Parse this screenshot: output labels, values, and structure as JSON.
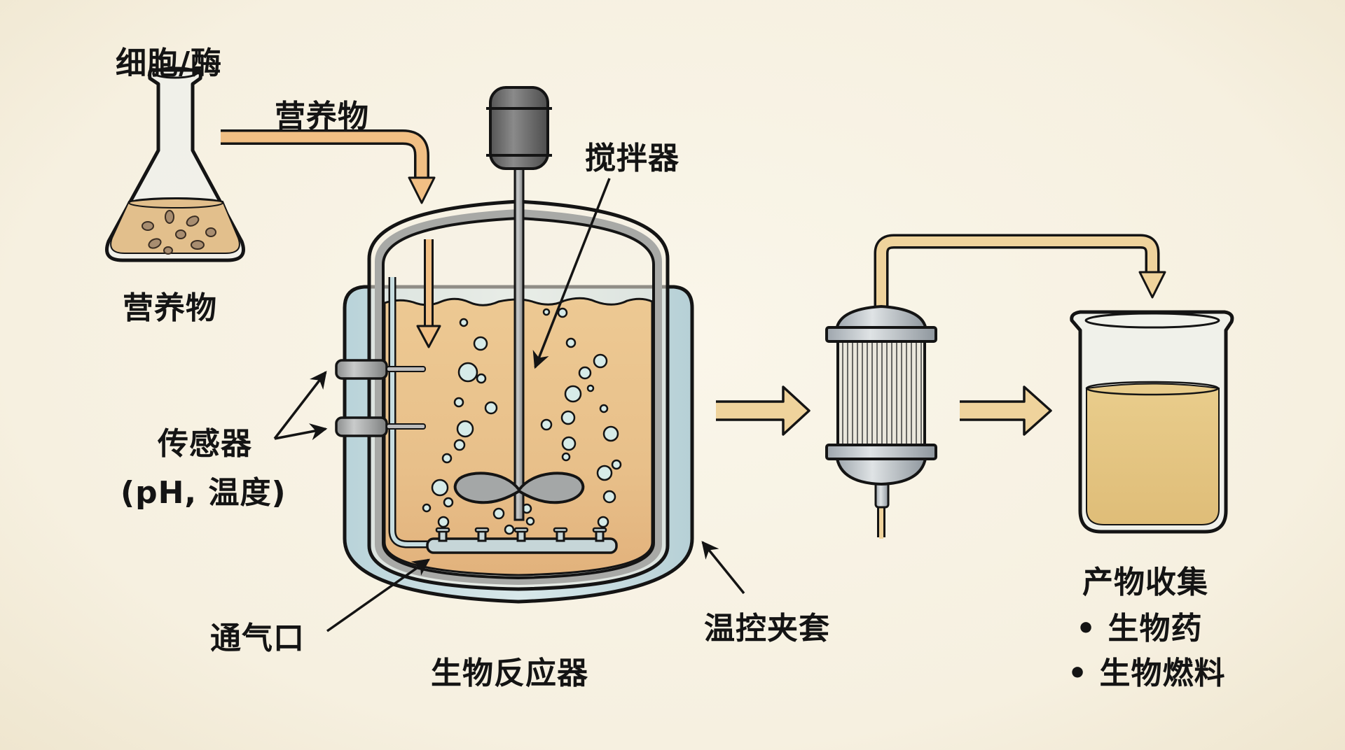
{
  "title": "生物反应器流程示意图",
  "labels": {
    "cells_enzymes": "细胞/酶",
    "nutrients_flask": "营养物",
    "nutrients_feed": "营养物",
    "stirrer": "搅拌器",
    "sensors": "传感器",
    "sensors_detail": "(pH, 温度)",
    "aeration_port": "通气口",
    "bioreactor": "生物反应器",
    "temperature_jacket": "温控夹套",
    "product_collection": "产物收集",
    "products": [
      "• 生物药",
      "• 生物燃料"
    ]
  },
  "colors": {
    "background": "#f7f2e4",
    "outline": "#141414",
    "broth": "#e9c48e",
    "nutrient_pipe": "#f1bf84",
    "product_pipe": "#efd39c",
    "jacket_water": "#c9dfe3",
    "steel": "#9a9c9c",
    "motor": "#6e6e6e",
    "product_liquid": "#e6c783",
    "bubble": "#d6ebe8"
  },
  "components": [
    {
      "id": "flask",
      "name": "锥形瓶（细胞/酶与营养物）"
    },
    {
      "id": "nutrient-feed-pipe",
      "name": "营养物进料管"
    },
    {
      "id": "stirrer-motor",
      "name": "搅拌电机"
    },
    {
      "id": "reactor-vessel",
      "name": "生物反应器"
    },
    {
      "id": "jacket",
      "name": "温控夹套"
    },
    {
      "id": "sensors",
      "name": "传感器 (pH, 温度)"
    },
    {
      "id": "sparger",
      "name": "通气口"
    },
    {
      "id": "filter",
      "name": "过滤/分离器"
    },
    {
      "id": "beaker",
      "name": "产物收集烧杯"
    }
  ]
}
